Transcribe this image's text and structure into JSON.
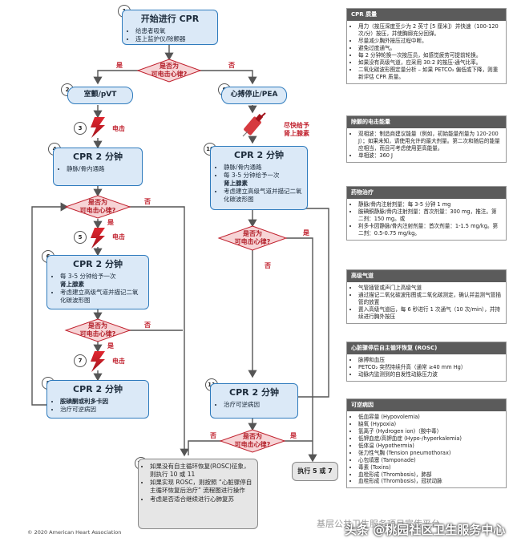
{
  "n1": {
    "num": "1",
    "title": "开始进行 CPR",
    "items": [
      "给患者吸氧",
      "连上监护仪/除颤器"
    ]
  },
  "d1": {
    "text": "是否为\n可电击心律?",
    "yes": "是",
    "no": "否"
  },
  "n2": {
    "num": "2",
    "label": "室颤/pVT"
  },
  "n3": {
    "num": "3",
    "label": "电击"
  },
  "n4": {
    "num": "4",
    "title": "CPR 2 分钟",
    "items": [
      "静脉/骨内通路"
    ]
  },
  "d2": {
    "text": "是否为\n可电击心律?",
    "yes": "是",
    "no": "否"
  },
  "n5": {
    "num": "5",
    "label": "电击"
  },
  "n6": {
    "num": "6",
    "title": "CPR 2 分钟",
    "items": [
      "每 3-5 分钟给予一次",
      "肾上腺素",
      "考虑建立高级气道并描记二氧化碳波形图"
    ]
  },
  "d3": {
    "text": "是否为\n可电击心律?",
    "yes": "是",
    "no": "否"
  },
  "n7": {
    "num": "7",
    "label": "电击"
  },
  "n8": {
    "num": "8",
    "title": "CPR 2 分钟",
    "items": [
      "胺碘酮或利多卡因",
      "治疗可逆病因"
    ]
  },
  "n9": {
    "num": "9",
    "label": "心搏停止/PEA"
  },
  "epi": {
    "line1": "尽快给予",
    "line2": "肾上腺素"
  },
  "n10": {
    "num": "10",
    "title": "CPR 2 分钟",
    "items": [
      "静脉/骨内通路",
      "每 3-5 分钟给予一次",
      "肾上腺素",
      "考虑建立高级气道并描记二氧化碳波形图"
    ]
  },
  "d4": {
    "text": "是否为\n可电击心律?",
    "yes": "是",
    "no": "否"
  },
  "n11": {
    "num": "11",
    "title": "CPR 2 分钟",
    "items": [
      "治疗可逆病因"
    ]
  },
  "d5": {
    "text": "是否为\n可电击心律?",
    "yes": "是",
    "no": "否"
  },
  "n12": {
    "num": "12",
    "items": [
      "如果没有自主循环恢复(ROSC)征象，则执行 10 或 11",
      "如果实现 ROSC，则按照 “心脏骤停自主循环恢复后治疗” 流程图进行操作",
      "考虑是否适合继续进行心肺复苏"
    ]
  },
  "exec": {
    "label": "执行 5 或 7"
  },
  "side": {
    "s1": {
      "title": "CPR 质量",
      "items": [
        "用力（按压深度至少为 2 英寸 [5 厘米]）并快速（100-120 次/分）按压，并使胸廓充分回弹。",
        "尽量减少胸外按压过程中断。",
        "避免过度通气。",
        "每 2 分钟轮换一次按压员，如感觉疲劳可提前轮换。",
        "如果没有高级气道，应采用 30:2 的按压-通气比率。",
        "二氧化碳波形图定量分析 – 如果 PETCO₂ 偏低或下降，则重新评估 CPR 质量。"
      ]
    },
    "s2": {
      "title": "除颤的电击能量",
      "items": [
        "双相波：制造商建议能量（例如，初始能量剂量为 120-200 J）；如果未知，请使用允许的最大剂量。第二次和随后的能量应相当，而且可考虑使用更高能量。",
        "单相波：360 J"
      ]
    },
    "s3": {
      "title": "药物治疗",
      "items": [
        "静脉/骨内注射剂量：每 3-5 分钟 1 mg",
        "胺碘酮静脉/骨内注射剂量：首次剂量：300 mg，推注。第二剂：150 mg。或",
        "利多卡因静脉/骨内注射剂量：首次剂量：1-1.5 mg/kg。第二剂：0.5-0.75 mg/kg。"
      ]
    },
    "s4": {
      "title": "高级气道",
      "items": [
        "气管插管或声门上高级气道",
        "通过描记二氧化碳波形图或二氧化碳测定，确认并监测气管插管的放置",
        "置入高级气道后，每 6 秒进行 1 次通气（10 次/min），并持续进行胸外按压"
      ]
    },
    "s5": {
      "title": "心脏骤停后自主循环恢复 (ROSC)",
      "items": [
        "脉搏和血压",
        "PETCO₂ 突然持续升高（通常 ≥40 mm Hg）",
        "动脉内监测到的自发性动脉压力波"
      ]
    },
    "s6": {
      "title": "可逆病因",
      "items": [
        "低血容量 (Hypovolemia)",
        "缺氧 (Hypoxia)",
        "氢离子 (Hydrogen ion)（酸中毒）",
        "低钾血症/高钾血症 (Hypo-/hyperkalemia)",
        "低体温 (Hypothermia)",
        "张力性气胸 (Tension pneumothorax)",
        "心包填塞 (Tamponade)",
        "毒素 (Toxins)",
        "血栓形成 (Thrombosis)，肺部",
        "血栓形成 (Thrombosis)，冠状动脉"
      ]
    }
  },
  "footer": "© 2020 American Heart Association",
  "watermark": "头条 @桃园社区卫生服务中心",
  "watermark_bg": "基层公共卫生服务项目宣传平台",
  "colors": {
    "blue_fill": "#dbe9f7",
    "blue_border": "#2f7bbd",
    "red": "#c0202d",
    "diamond_fill": "#f7d4d6",
    "grey": "#e6e6e6"
  }
}
